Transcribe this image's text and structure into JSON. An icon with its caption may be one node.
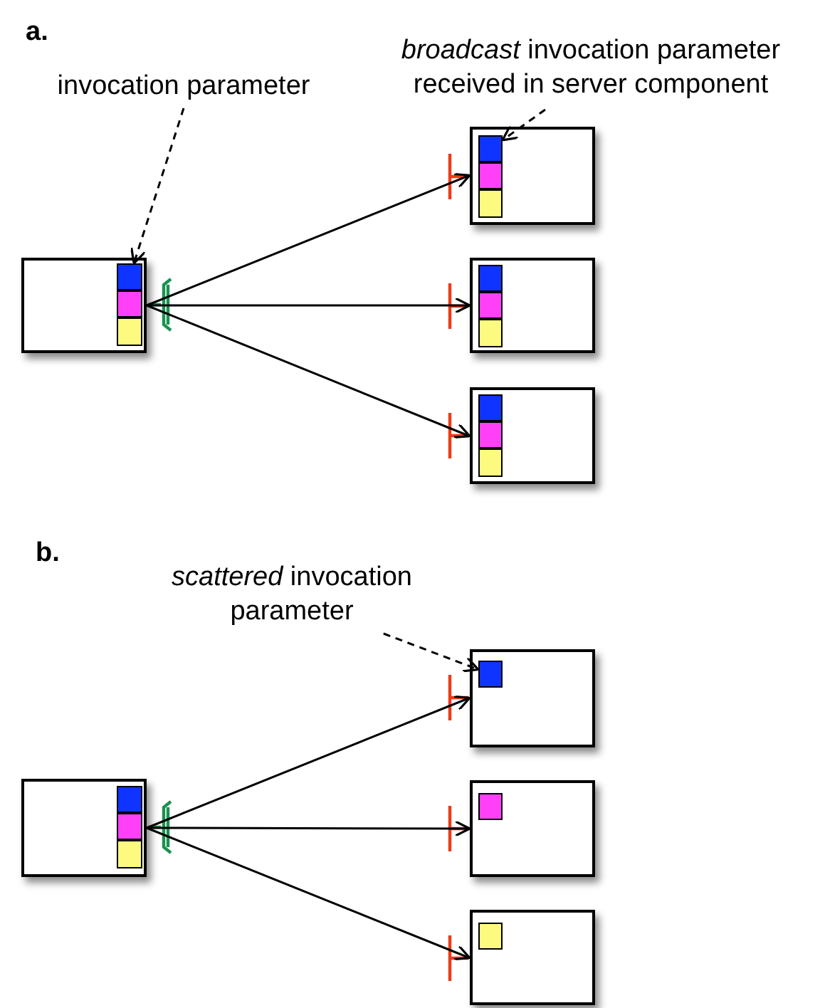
{
  "diagram": {
    "nodes": [
      {
        "text": [
          "invocation parameter"
        ]
      },
      {
        "text": [],
        "shape": "box"
      },
      {
        "text": [],
        "shape": "box",
        "in": 1
      },
      {
        "text": [],
        "shape": "box",
        "in": 1
      },
      {
        "text": [],
        "shape": "box",
        "in": 1
      },
      {
        "text": [
          "*broadcast* invocation parameter received in server component"
        ]
      },
      {
        "text": [],
        "shape": "box"
      },
      {
        "text": [],
        "shape": "box",
        "in": 6
      },
      {
        "text": [],
        "shape": "box",
        "in": 6
      },
      {
        "text": [],
        "shape": "box",
        "in": 6
      },
      {
        "text": [],
        "shape": "box"
      },
      {
        "text": [],
        "shape": "box",
        "in": 10
      },
      {
        "text": [],
        "shape": "box",
        "in": 10
      },
      {
        "text": [],
        "shape": "box",
        "in": 10
      },
      {
        "text": [],
        "shape": "box"
      },
      {
        "text": [],
        "shape": "box",
        "in": 14
      },
      {
        "text": [],
        "shape": "box",
        "in": 14
      },
      {
        "text": [],
        "shape": "box",
        "in": 14
      },
      {
        "text": [
          "*scattered* invocation parameter"
        ]
      },
      {
        "text": [],
        "shape": "box"
      },
      {
        "text": [],
        "shape": "box",
        "in": 19
      },
      {
        "text": [],
        "shape": "box",
        "in": 19
      },
      {
        "text": [],
        "shape": "box",
        "in": 19
      },
      {
        "text": [],
        "shape": "box"
      },
      {
        "text": [],
        "shape": "box",
        "in": 23
      },
      {
        "text": [],
        "shape": "box"
      },
      {
        "text": [],
        "shape": "box",
        "in": 25
      },
      {
        "text": [],
        "shape": "box"
      },
      {
        "text": [],
        "shape": "box",
        "in": 27
      }
    ],
    "edges": [
      {
        "from": 0,
        "to": 2,
        "arrow": "to",
        "style": "dashed"
      },
      {
        "from": 5,
        "to": 7,
        "arrow": "to",
        "style": "dashed"
      },
      {
        "from": 1,
        "to": 6,
        "arrow": "to"
      },
      {
        "from": 1,
        "to": 10,
        "arrow": "to"
      },
      {
        "from": 1,
        "to": 14,
        "arrow": "to"
      },
      {
        "from": 18,
        "to": 24,
        "arrow": "to",
        "style": "dashed"
      },
      {
        "from": 19,
        "to": 23,
        "arrow": "to"
      },
      {
        "from": 19,
        "to": 25,
        "arrow": "to"
      },
      {
        "from": 19,
        "to": 27,
        "arrow": "to"
      }
    ],
    "labels": [
      "a.",
      "b."
    ]
  }
}
